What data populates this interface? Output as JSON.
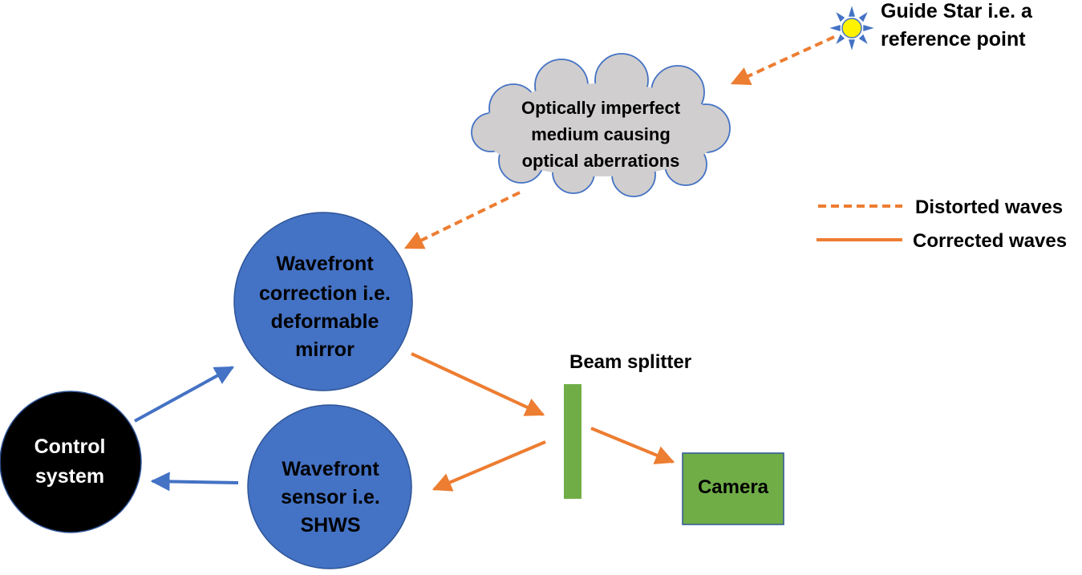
{
  "diagram": {
    "guide_star": {
      "label_line1": "Guide Star i.e. a",
      "label_line2": "reference point",
      "icon": "sun-icon"
    },
    "cloud": {
      "line1": "Optically imperfect",
      "line2": "medium causing",
      "line3": "optical aberrations"
    },
    "legend": {
      "distorted": "Distorted waves",
      "corrected": "Corrected waves"
    },
    "mirror": {
      "line1": "Wavefront",
      "line2": "correction i.e.",
      "line3": "deformable",
      "line4": "mirror"
    },
    "beam_splitter": {
      "label": "Beam splitter"
    },
    "control": {
      "line1": "Control",
      "line2": "system"
    },
    "sensor": {
      "line1": "Wavefront",
      "line2": "sensor i.e.",
      "line3": "SHWS"
    },
    "camera": {
      "label": "Camera"
    },
    "colors": {
      "orange": "#ED7D31",
      "blue": "#4472C4",
      "green": "#70AD47",
      "cloud_fill": "#D0CECE",
      "black": "#000000"
    }
  }
}
